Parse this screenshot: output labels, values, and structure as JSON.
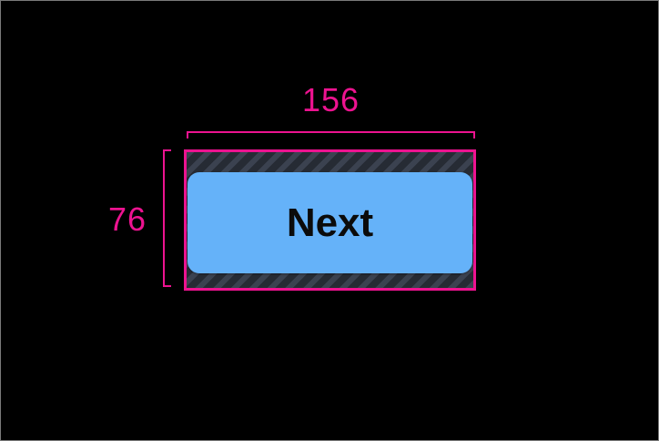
{
  "annotations": {
    "width_label": "156",
    "height_label": "76"
  },
  "button": {
    "label": "Next"
  },
  "colors": {
    "accent": "#ED1390",
    "button-fill": "#65B2F9",
    "button-text": "#0B0B0B",
    "hatch-base": "#3B4250",
    "hatch-stripe": "#262B34",
    "canvas-bg": "#000000",
    "canvas-border": "#7A7A7A"
  }
}
